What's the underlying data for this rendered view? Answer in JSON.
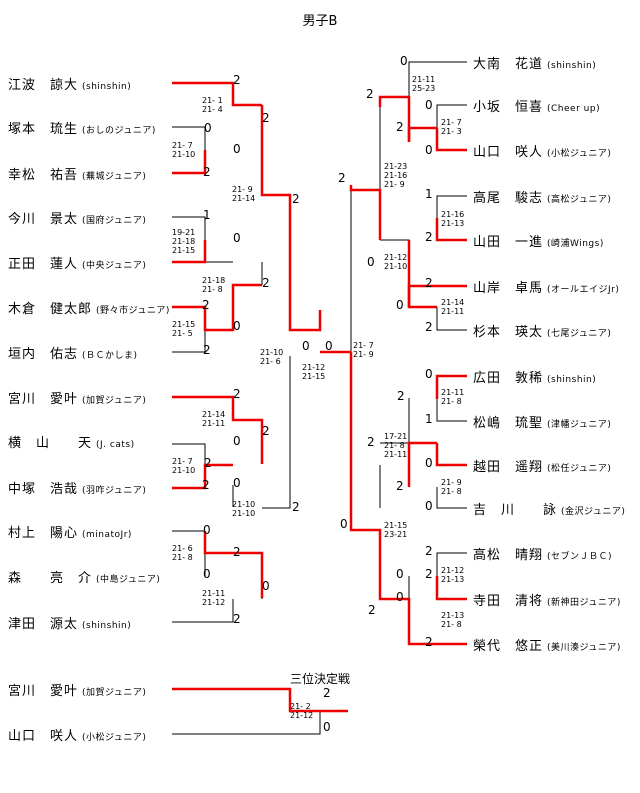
{
  "title": "男子B",
  "third_place_title": "三位決定戦",
  "left_players": [
    {
      "name": "江波　諒大",
      "club": "(shinshin)"
    },
    {
      "name": "塚本　琉生",
      "club": "(おしのジュニア)"
    },
    {
      "name": "幸松　祐吾",
      "club": "(蕪城ジュニア)"
    },
    {
      "name": "今川　景太",
      "club": "(国府ジュニア)"
    },
    {
      "name": "正田　蓮人",
      "club": "(中央ジュニア)"
    },
    {
      "name": "木倉　健太郎",
      "club": "(野々市ジュニア)"
    },
    {
      "name": "垣内　佑志",
      "club": "(ＢＣかしま)"
    },
    {
      "name": "宮川　愛叶",
      "club": "(加賀ジュニア)"
    },
    {
      "name": "横　山　　天",
      "club": "(J. cats)"
    },
    {
      "name": "中塚　浩哉",
      "club": "(羽咋ジュニア)"
    },
    {
      "name": "村上　陽心",
      "club": "(minatoJr)"
    },
    {
      "name": "森　　亮　介",
      "club": "(中島ジュニア)"
    },
    {
      "name": "津田　源太",
      "club": "(shinshin)"
    }
  ],
  "right_players": [
    {
      "name": "大南　花道",
      "club": "(shinshin)"
    },
    {
      "name": "小坂　恒喜",
      "club": "(Cheer up)"
    },
    {
      "name": "山口　咲人",
      "club": "(小松ジュニア)"
    },
    {
      "name": "高尾　駿志",
      "club": "(高松ジュニア)"
    },
    {
      "name": "山田　一進",
      "club": "(崎浦Wings)"
    },
    {
      "name": "山岸　卓馬",
      "club": "(オールエイジJr)"
    },
    {
      "name": "杉本　瑛太",
      "club": "(七尾ジュニア)"
    },
    {
      "name": "広田　敦稀",
      "club": "(shinshin)"
    },
    {
      "name": "松嶋　琉聖",
      "club": "(津幡ジュニア)"
    },
    {
      "name": "越田　遥翔",
      "club": "(松任ジュニア)"
    },
    {
      "name": "吉　川　　詠",
      "club": "(金沢ジュニア)"
    },
    {
      "name": "高松　晴翔",
      "club": "(セブンＪＢＣ)"
    },
    {
      "name": "寺田　清将",
      "club": "(新神田ジュニア)"
    },
    {
      "name": "榮代　悠正",
      "club": "(美川湊ジュニア)"
    }
  ],
  "third_place_players": [
    {
      "name": "宮川　愛叶",
      "club": "(加賀ジュニア)"
    },
    {
      "name": "山口　咲人",
      "club": "(小松ジュニア)"
    }
  ],
  "scores": [
    "2",
    "2",
    "0",
    "0",
    "2",
    "2",
    "1",
    "0",
    "2",
    "0",
    "2",
    "2",
    "0",
    "0",
    "2",
    "2",
    "0",
    "2",
    "0",
    "2",
    "2",
    "0",
    "2",
    "0",
    "0",
    "2",
    "2",
    "0",
    "0",
    "2",
    "0",
    "2",
    "1",
    "2",
    "0",
    "0",
    "2",
    "2",
    "0",
    "2",
    "1",
    "2",
    "0",
    "2",
    "0",
    "0",
    "2",
    "2",
    "0",
    "0",
    "2",
    "2",
    "2",
    "0",
    "2",
    "0",
    "2",
    "0"
  ],
  "sets": [
    "21- 1\n21- 4",
    "21- 7\n21-10",
    "21- 9\n21-14",
    "19-21\n21-18\n21-15",
    "21-18\n21- 8",
    "21-15\n21- 5",
    "21-10\n21- 6",
    "21-14\n21-11",
    "21- 7\n21-10",
    "21-10\n21-10",
    "21- 6\n21- 8",
    "21-11\n21-12",
    "21-12\n21-15",
    "21- 7\n21- 9",
    "21-11\n25-23",
    "21- 7\n21- 3",
    "21-23\n21-16\n21- 9",
    "21-16\n21-13",
    "21-12\n21-10",
    "21-14\n21-11",
    "21-11\n21- 8",
    "17-21\n21- 8\n21-11",
    "21- 9\n21- 8",
    "21-15\n23-21",
    "21-12\n21-13",
    "21-13\n21- 8",
    "21- 2\n21-12"
  ]
}
